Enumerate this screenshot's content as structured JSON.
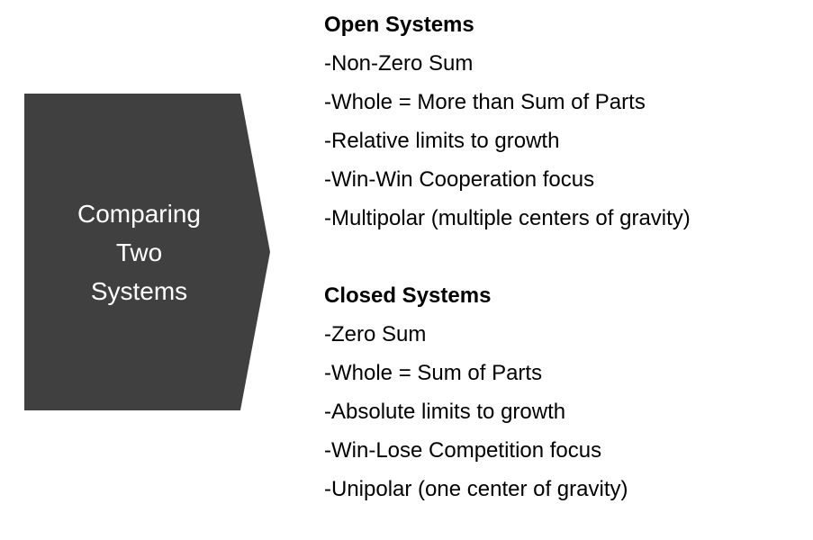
{
  "slide": {
    "background_color": "#ffffff",
    "callout": {
      "shape": "pentagon-arrow",
      "fill_color": "#404040",
      "text_color": "#ffffff",
      "label": "Comparing\nTwo\nSystems"
    },
    "sections": [
      {
        "heading": "Open Systems",
        "items": [
          "-Non-Zero Sum",
          "-Whole = More than Sum of Parts",
          "-Relative limits to growth",
          "-Win-Win Cooperation focus",
          "-Multipolar (multiple centers of gravity)"
        ]
      },
      {
        "heading": "Closed Systems",
        "items": [
          "-Zero Sum",
          "-Whole = Sum of Parts",
          "-Absolute limits to growth",
          "-Win-Lose Competition focus",
          "-Unipolar (one center of gravity)"
        ]
      }
    ]
  }
}
